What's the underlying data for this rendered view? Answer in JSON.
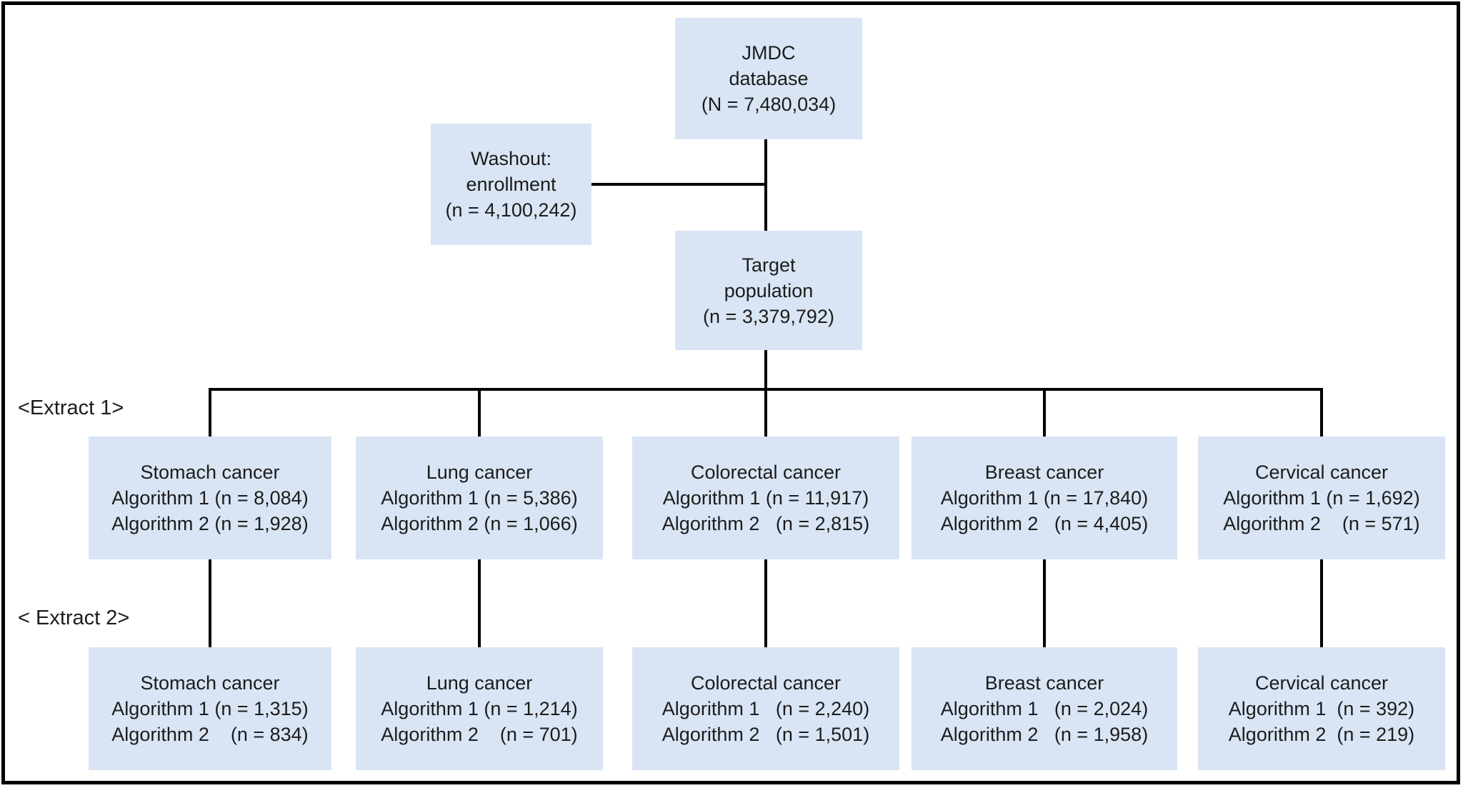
{
  "diagram": {
    "jmdc": {
      "line1": "JMDC",
      "line2": "database",
      "line3": "(N = 7,480,034)"
    },
    "washout": {
      "line1": "Washout:",
      "line2": "enrollment",
      "line3": "(n = 4,100,242)"
    },
    "target": {
      "line1": "Target",
      "line2": "population",
      "line3": "(n = 3,379,792)"
    },
    "extract1_label": "<Extract 1>",
    "extract2_label": "< Extract 2>",
    "extract1": [
      {
        "title": "Stomach cancer",
        "alg1": "Algorithm 1 (n = 8,084)",
        "alg2": "Algorithm 2 (n = 1,928)"
      },
      {
        "title": "Lung cancer",
        "alg1": "Algorithm 1 (n = 5,386)",
        "alg2": "Algorithm 2 (n = 1,066)"
      },
      {
        "title": "Colorectal cancer",
        "alg1": "Algorithm 1 (n = 11,917)",
        "alg2": "Algorithm 2   (n = 2,815)"
      },
      {
        "title": "Breast cancer",
        "alg1": "Algorithm 1 (n = 17,840)",
        "alg2": "Algorithm 2   (n = 4,405)"
      },
      {
        "title": "Cervical cancer",
        "alg1": "Algorithm 1 (n = 1,692)",
        "alg2": "Algorithm 2    (n = 571)"
      }
    ],
    "extract2": [
      {
        "title": "Stomach cancer",
        "alg1": "Algorithm 1 (n = 1,315)",
        "alg2": "Algorithm 2    (n = 834)"
      },
      {
        "title": "Lung cancer",
        "alg1": "Algorithm 1 (n = 1,214)",
        "alg2": "Algorithm 2    (n = 701)"
      },
      {
        "title": "Colorectal cancer",
        "alg1": "Algorithm 1   (n = 2,240)",
        "alg2": "Algorithm 2   (n = 1,501)"
      },
      {
        "title": "Breast cancer",
        "alg1": "Algorithm 1   (n = 2,024)",
        "alg2": "Algorithm 2   (n = 1,958)"
      },
      {
        "title": "Cervical cancer",
        "alg1": "Algorithm 1  (n = 392)",
        "alg2": "Algorithm 2  (n = 219)"
      }
    ]
  },
  "colors": {
    "box_fill": "#d9e5f4",
    "line": "#000000",
    "text": "#1c1c1c",
    "background": "#ffffff"
  }
}
